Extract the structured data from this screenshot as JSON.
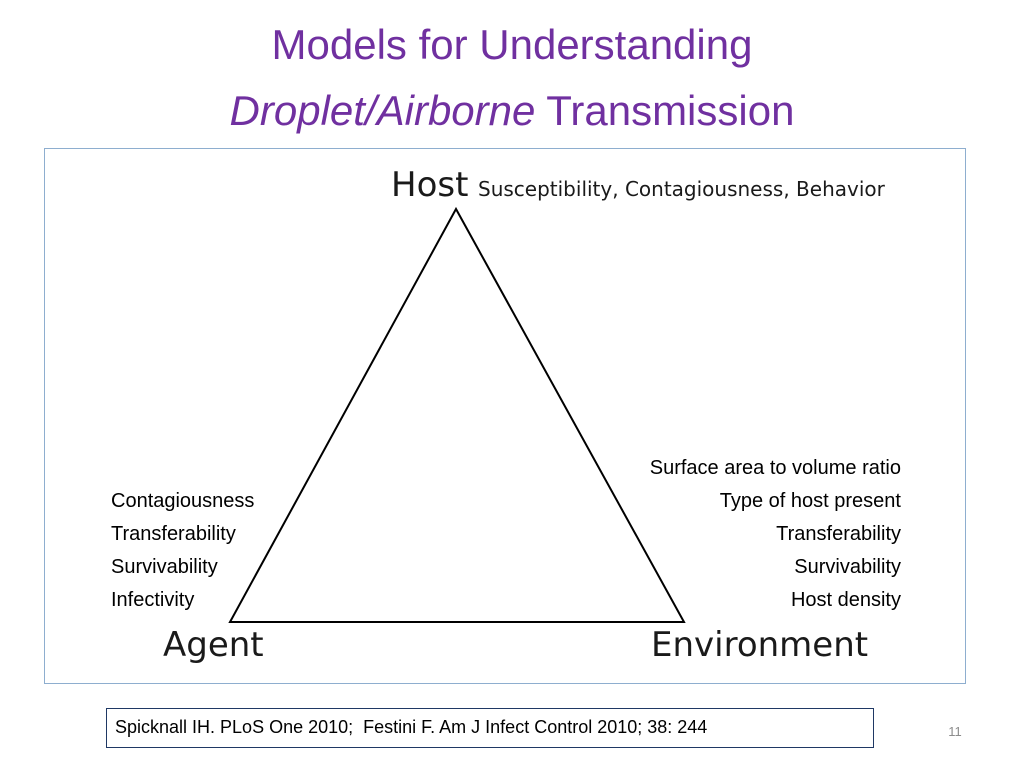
{
  "slide": {
    "title_line1": "Models for Understanding",
    "title_line2_emphasis": "Droplet/Airborne",
    "title_line2_rest": " Transmission",
    "citation": "Spicknall IH. PLoS One 2010;  Festini F. Am J Infect Control 2010; 38: 244",
    "slide_number": "11"
  },
  "diagram": {
    "host": {
      "label": "Host",
      "attributes": "Susceptibility, Contagiousness, Behavior"
    },
    "agent": {
      "label": "Agent",
      "attributes": [
        "Contagiousness",
        "Transferability",
        "Survivability",
        "Infectivity"
      ]
    },
    "environment": {
      "label": "Environment",
      "attributes": [
        "Surface area to volume ratio",
        "Type of host present",
        "Transferability",
        "Survivability",
        "Host density"
      ]
    }
  }
}
